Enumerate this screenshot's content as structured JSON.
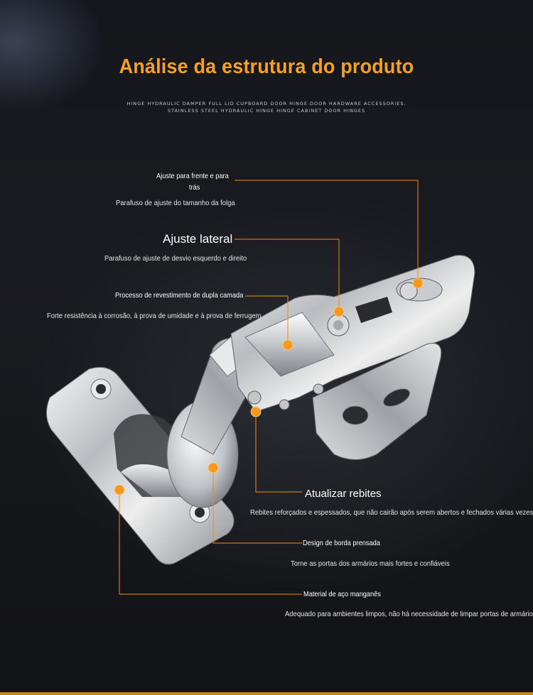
{
  "header": {
    "title": "Análise da estrutura do produto",
    "subtitle_line1": "HINGE HYDRAULIC DAMPER FULL LID CUPBOARD DOOR HINGE DOOR HARDWARE ACCESSORIES.",
    "subtitle_line2": "STAINLESS STEEL HYDRAULIC HINGE HINGE CABINET DOOR HINGES"
  },
  "features": [
    {
      "title_line1": "Ajuste para frente e para",
      "title_line2": "trás",
      "description": "Parafuso de ajuste do tamanho da folga"
    },
    {
      "title": "Ajuste lateral",
      "description": "Parafuso de ajuste de desvio esquerdo e direito"
    },
    {
      "title": "Processo de revestimento de dupla camada",
      "description": "Forte resistência à corrosão, à prova de umidade e à prova de ferrugem"
    },
    {
      "title": "Atualizar rebites",
      "description": "Rebites reforçados e espessados, que não cairão após serem abertos e fechados várias vezes."
    },
    {
      "title": "Design de borda prensada",
      "description": "Torne as portas dos armários mais fortes e confiáveis"
    },
    {
      "title": "Material de aço manganês",
      "description": "Adequado para ambientes limpos, não há necessidade de limpar portas de armários"
    }
  ],
  "colors": {
    "accent": "#f5a020",
    "background": "#16171b",
    "text": "#ffffff"
  },
  "image": {
    "subject": "hinge-illustration"
  }
}
